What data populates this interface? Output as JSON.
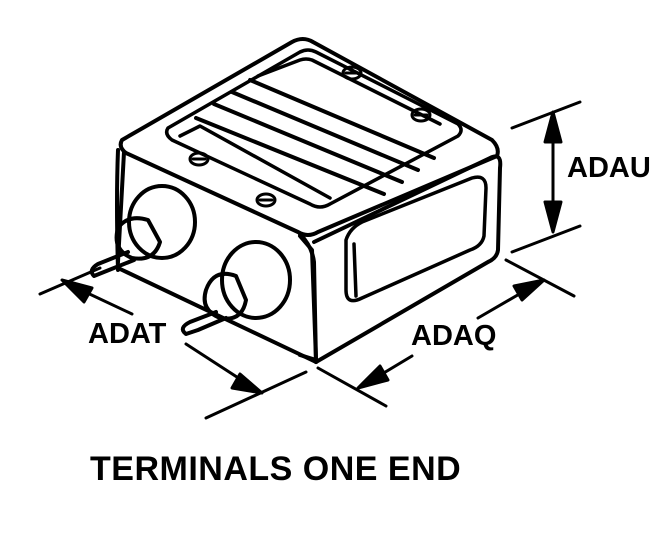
{
  "dimensions": {
    "height_label": "ADAU",
    "width_label": "ADAT",
    "depth_label": "ADAQ"
  },
  "caption": "TERMINALS ONE END",
  "colors": {
    "line": "#000000",
    "background": "#ffffff"
  }
}
